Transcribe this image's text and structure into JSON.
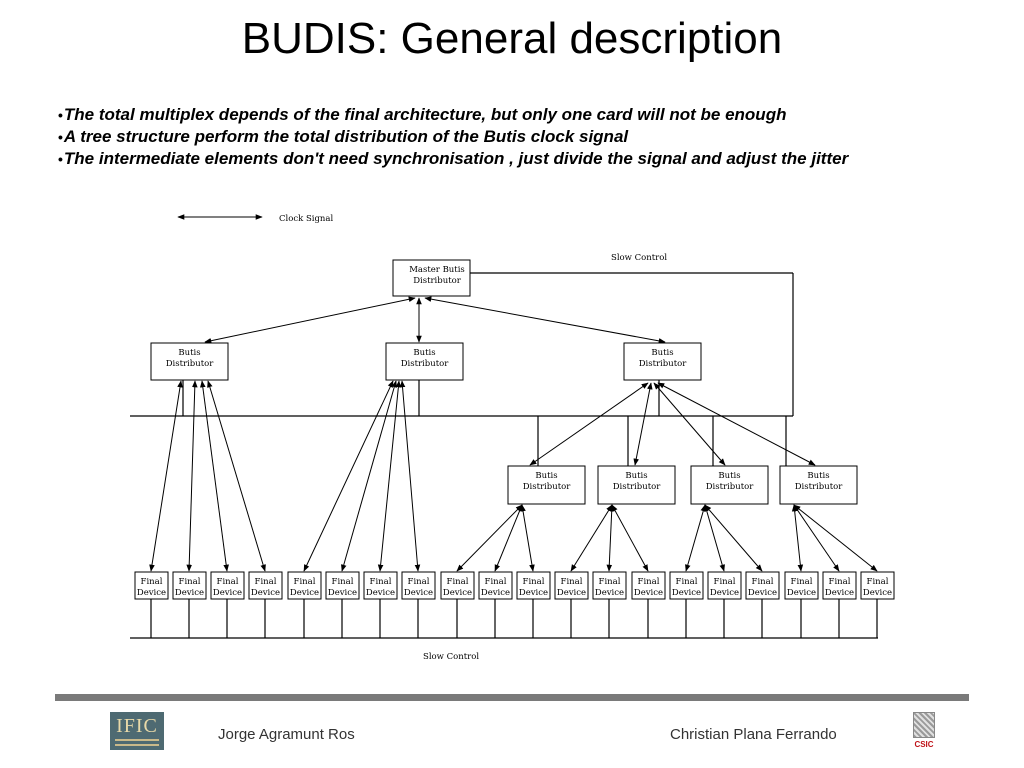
{
  "title": "BUDIS: General description",
  "bullets": [
    "The total multiplex depends of the final architecture, but only one card will not be enough",
    "A tree structure  perform the total distribution of the Butis clock signal",
    "The intermediate elements don't need synchronisation , just divide the signal and adjust the jitter"
  ],
  "diagram": {
    "legend_label": "Clock Signal",
    "slow_control_top": "Slow Control",
    "slow_control_bottom": "Slow Control",
    "master": [
      "Master Butis",
      "Distributor"
    ],
    "distributor": [
      "Butis",
      "Distributor"
    ],
    "final_device": [
      "Final",
      "Device"
    ]
  },
  "footer": {
    "left_author": "Jorge Agramunt Ros",
    "right_author": "Christian Plana Ferrando",
    "left_logo": "IFIC",
    "right_logo": "CSIC"
  }
}
